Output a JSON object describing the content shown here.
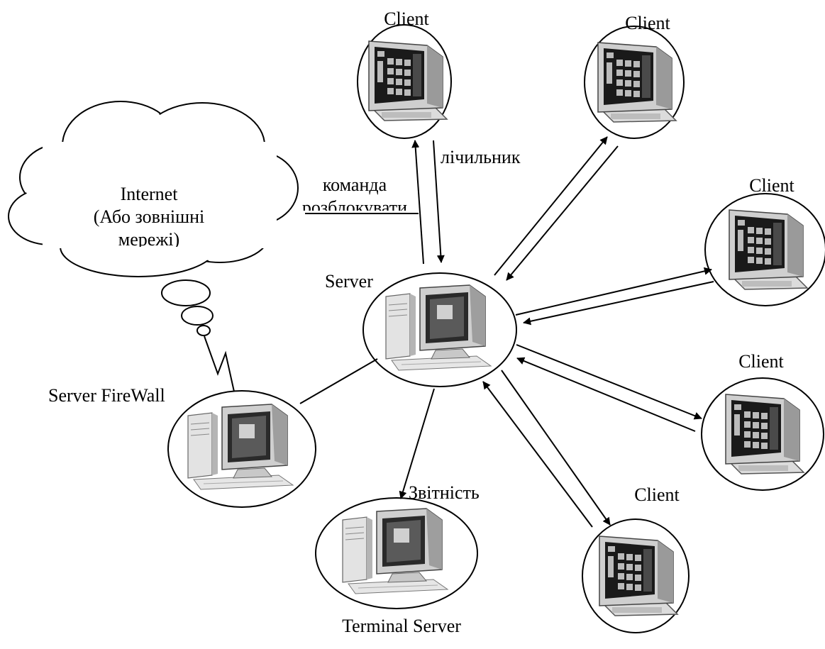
{
  "diagram": {
    "nodes": {
      "server": {
        "label": "Server"
      },
      "firewall": {
        "label": "Server FireWall"
      },
      "terminal": {
        "label": "Terminal Server"
      },
      "clients": [
        {
          "label": "Client"
        },
        {
          "label": "Client"
        },
        {
          "label": "Client"
        },
        {
          "label": "Client"
        },
        {
          "label": "Client"
        }
      ],
      "internet": {
        "line1": "Internet",
        "line2": "(Або зовнішні",
        "line3": "мережі)"
      }
    },
    "edge_labels": {
      "counter": "лічильник",
      "command_line1": "команда",
      "command_line2": "розблокувати",
      "reporting": "Звітність"
    },
    "colors": {
      "stroke": "#000000",
      "background": "#ffffff"
    }
  }
}
